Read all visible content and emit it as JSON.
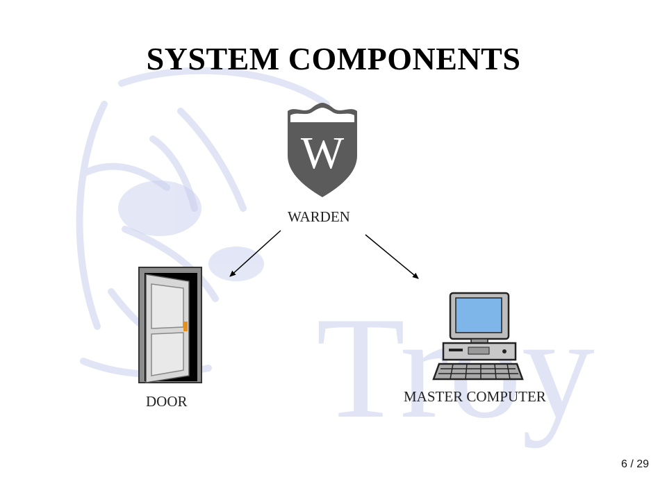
{
  "slide": {
    "title": "SYSTEM COMPONENTS",
    "page": "6 / 29"
  },
  "diagram": {
    "nodes": [
      {
        "id": "warden",
        "label": "WARDEN",
        "icon": "shield-icon"
      },
      {
        "id": "door",
        "label": "DOOR",
        "icon": "door-icon"
      },
      {
        "id": "master-computer",
        "label": "MASTER COMPUTER",
        "icon": "computer-icon"
      }
    ],
    "edges": [
      {
        "from": "warden",
        "to": "door"
      },
      {
        "from": "warden",
        "to": "master-computer"
      }
    ],
    "shield_letter": "W",
    "watermark_text": "Troy"
  },
  "colors": {
    "shield": "#5b5b5b",
    "watermark": "#c9cfee",
    "door_knob": "#e8901c",
    "screen": "#7fb6ea"
  }
}
